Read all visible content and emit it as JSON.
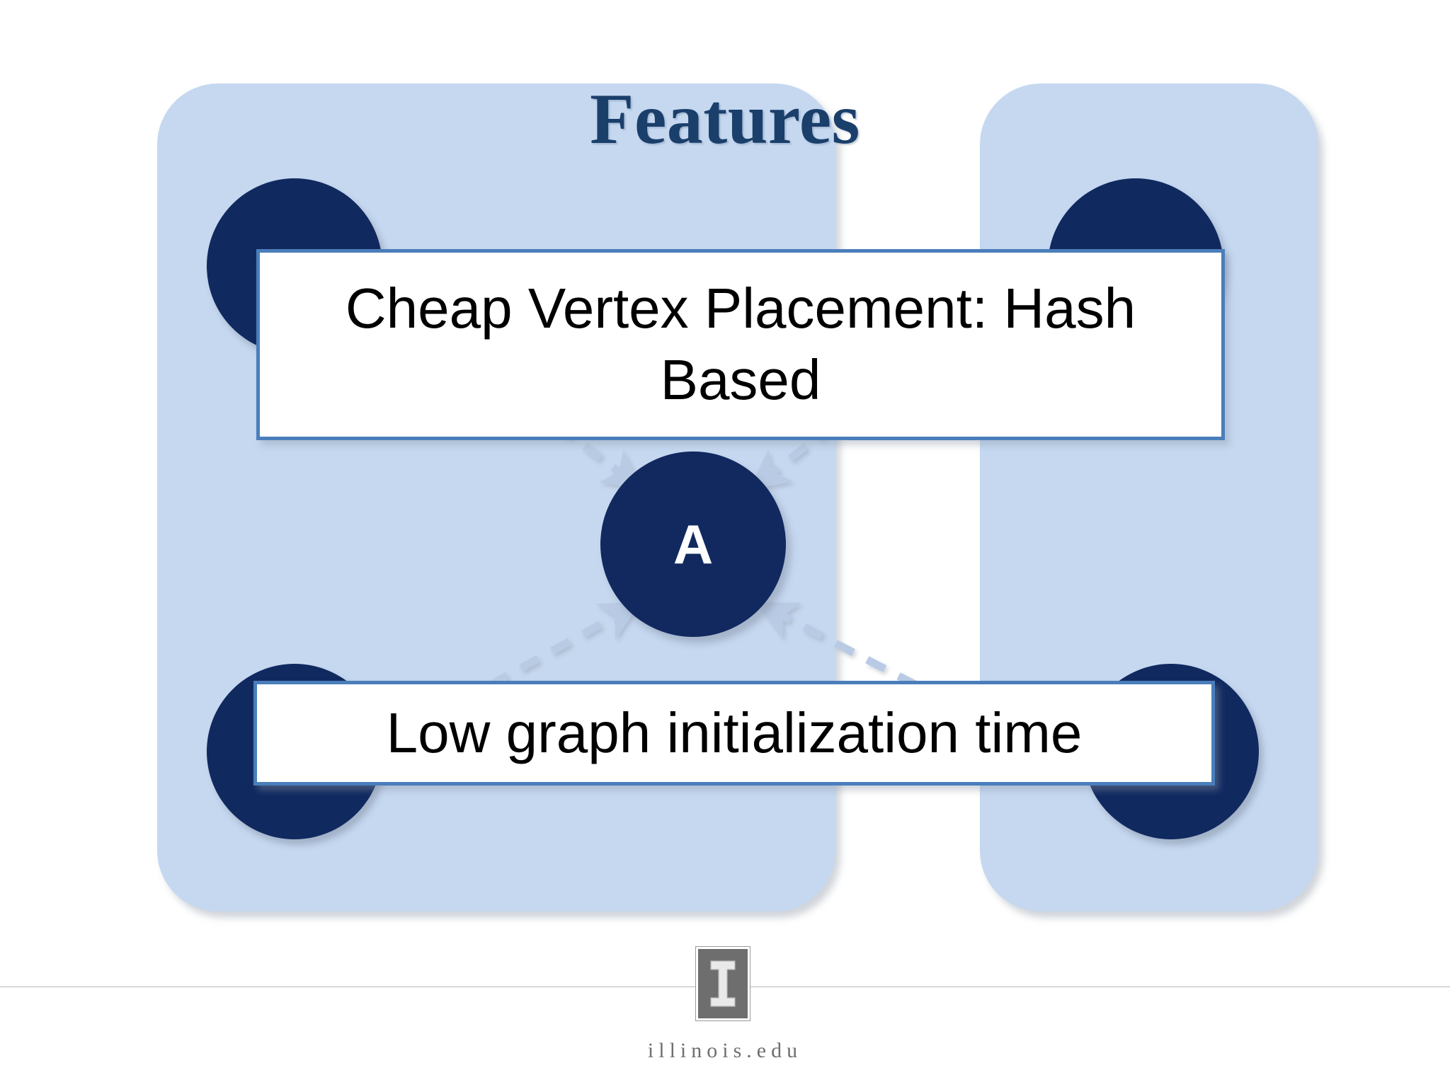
{
  "slide": {
    "title": "Features",
    "title_color": "#1b3f6b",
    "background_color": "#ffffff"
  },
  "panels": [
    {
      "name": "left-panel",
      "fill": "#c5d8f0"
    },
    {
      "name": "right-panel",
      "fill": "#c5d8f0"
    }
  ],
  "nodes": [
    {
      "id": "top-left",
      "fill": "#10295f"
    },
    {
      "id": "top-right",
      "fill": "#10295f"
    },
    {
      "id": "bottom-left",
      "fill": "#10295f"
    },
    {
      "id": "bottom-right",
      "fill": "#10295f"
    }
  ],
  "hub": {
    "label": "A",
    "fill": "#11295f",
    "text_color": "#ffffff"
  },
  "connectors": {
    "style": "dashed",
    "color": "#b9cbe4",
    "arrow_direction": "inward-to-hub",
    "count": 4
  },
  "boxes": [
    {
      "id": "feature-box-1",
      "text": "Cheap Vertex Placement: Hash Based",
      "border_color": "#4a7ebb",
      "fill": "#ffffff",
      "text_color": "#000000"
    },
    {
      "id": "feature-box-2",
      "text": "Low graph initialization time",
      "border_color": "#4a7ebb",
      "fill": "#ffffff",
      "text_color": "#000000"
    }
  ],
  "footer": {
    "url": "illinois.edu",
    "logo_name": "illinois-block-i-logo",
    "logo_color": "#6e6e6e",
    "rule_color": "#b9b9b9",
    "text_color": "#6f6f6f"
  }
}
